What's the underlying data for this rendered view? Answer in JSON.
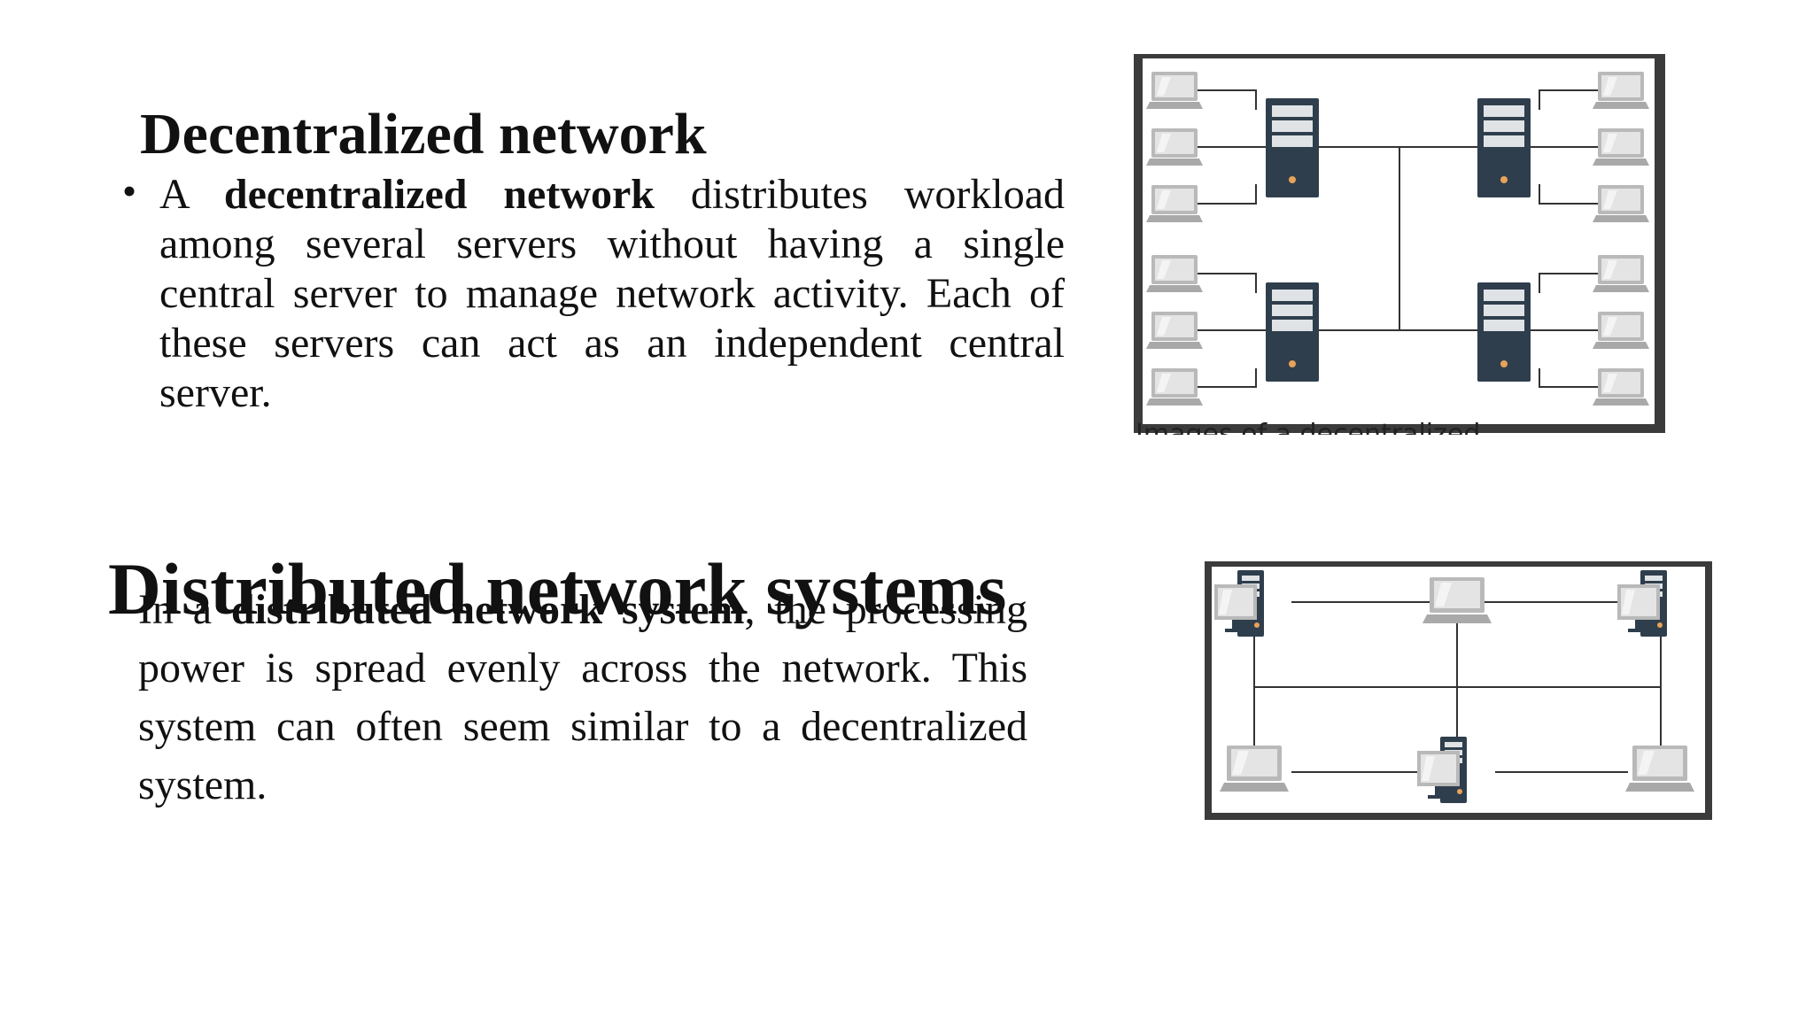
{
  "slide": {
    "section1": {
      "title": "Decentralized network",
      "paragraph": {
        "bullet": "•",
        "lead": "A ",
        "term": "decentralized network",
        "rest": " distributes workload among several servers without having a single central server to manage network activity. Each of these servers can act as an independent central server."
      },
      "figure_caption_cutoff": "Images of a decentralized network"
    },
    "section2": {
      "title": "Distributed network systems",
      "paragraph": {
        "lead": "In a ",
        "term": "distributed network system",
        "rest": ", the processing power is spread evenly across the network. This system can often seem similar to a decentralized system."
      }
    }
  },
  "icons": {
    "server": "server-tower-icon",
    "laptop": "laptop-icon",
    "desktop": "desktop-computer-icon"
  },
  "colors": {
    "server": "#2f3e4c",
    "server_led": "#e8a25a",
    "device": "#b9b9b9",
    "frame": "#3b3b3b"
  }
}
